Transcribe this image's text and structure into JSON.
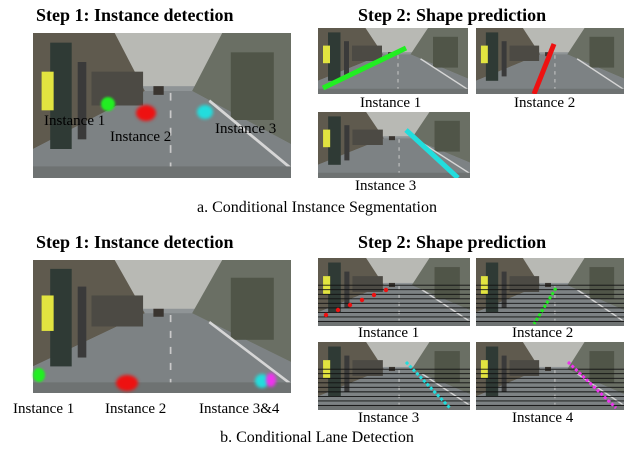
{
  "top": {
    "step1_title": "Step 1: Instance detection",
    "step2_title": "Step 2: Shape prediction",
    "detect_labels": [
      "Instance 1",
      "Instance 2",
      "Instance 3"
    ],
    "shape_labels": [
      "Instance 1",
      "Instance 2",
      "Instance 3"
    ],
    "caption": "a. Conditional Instance Segmentation"
  },
  "bottom": {
    "step1_title": "Step 1: Instance detection",
    "step2_title": "Step 2: Shape prediction",
    "detect_labels": [
      "Instance 1",
      "Instance 2",
      "Instance 3&4"
    ],
    "shape_labels": [
      "Instance 1",
      "Instance 2",
      "Instance 3",
      "Instance 4"
    ],
    "caption": "b. Conditional Lane Detection"
  },
  "colors": {
    "instance1": "#22ee22",
    "instance2": "#ee1111",
    "instance3": "#22dddd",
    "instance4": "#ee33ee"
  }
}
